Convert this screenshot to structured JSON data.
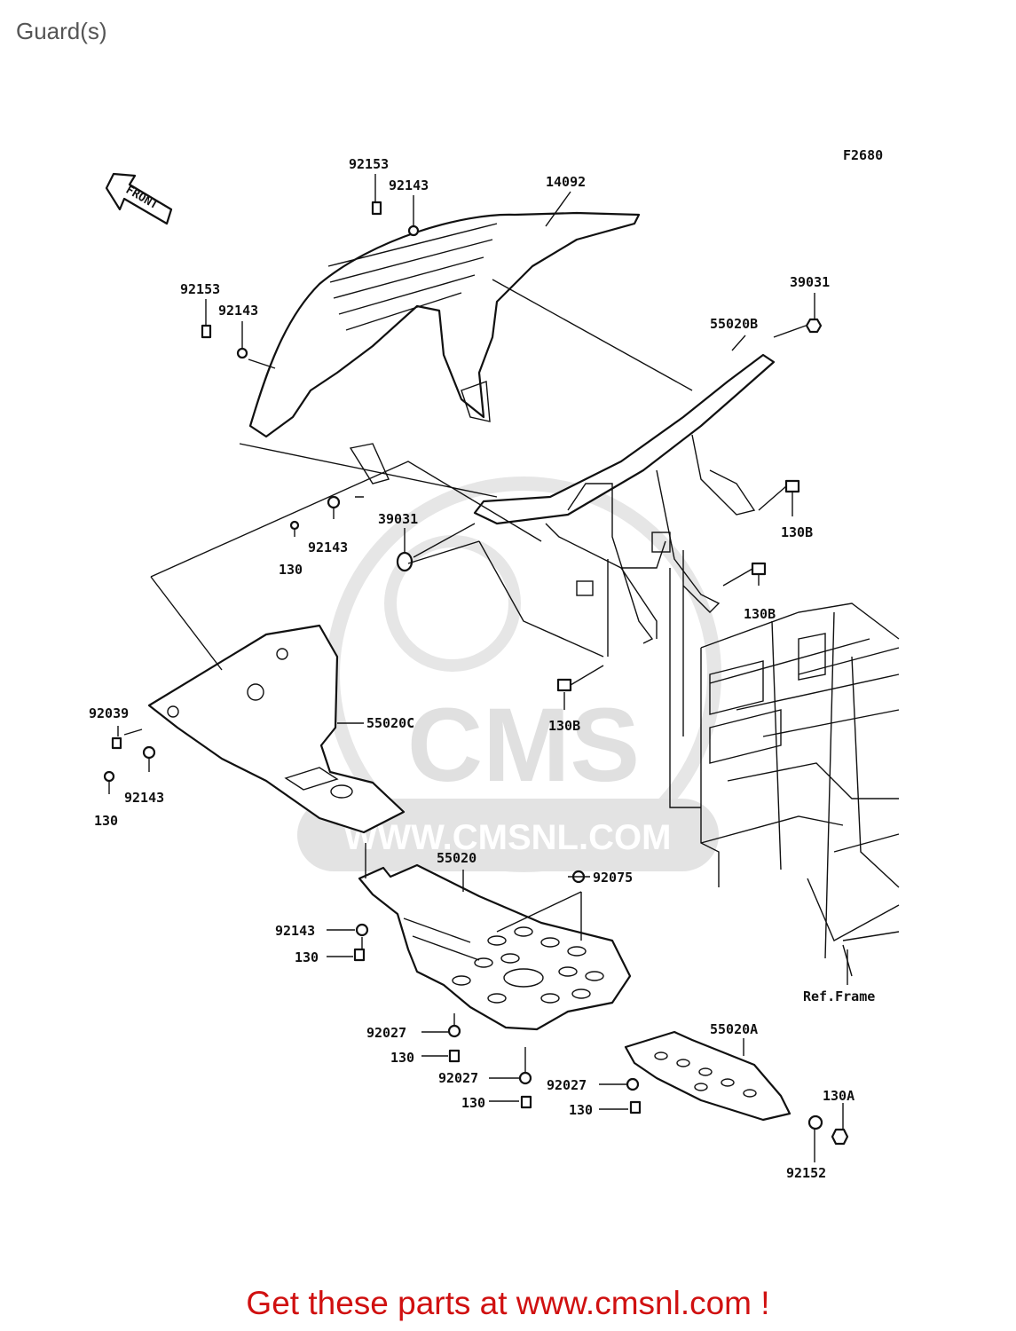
{
  "page": {
    "title": "Guard(s)"
  },
  "diagram": {
    "figure_code": "F2680",
    "front_arrow_label": "FRONT",
    "ref_frame_label": "Ref.Frame",
    "watermark": {
      "logo_text": "CMS",
      "site_text": "WWW.CMSNL.COM"
    },
    "labels": [
      "92153",
      "92143",
      "14092",
      "92153",
      "92143",
      "39031",
      "55020B",
      "92143",
      "130",
      "39031",
      "130B",
      "130B",
      "130B",
      "92039",
      "55020C",
      "92143",
      "130",
      "55020",
      "92075",
      "92143",
      "130",
      "92027",
      "130",
      "92027",
      "130",
      "55020A",
      "92027",
      "130",
      "130A",
      "92152"
    ]
  },
  "footer": {
    "cta": "Get these parts at www.cmsnl.com !"
  }
}
